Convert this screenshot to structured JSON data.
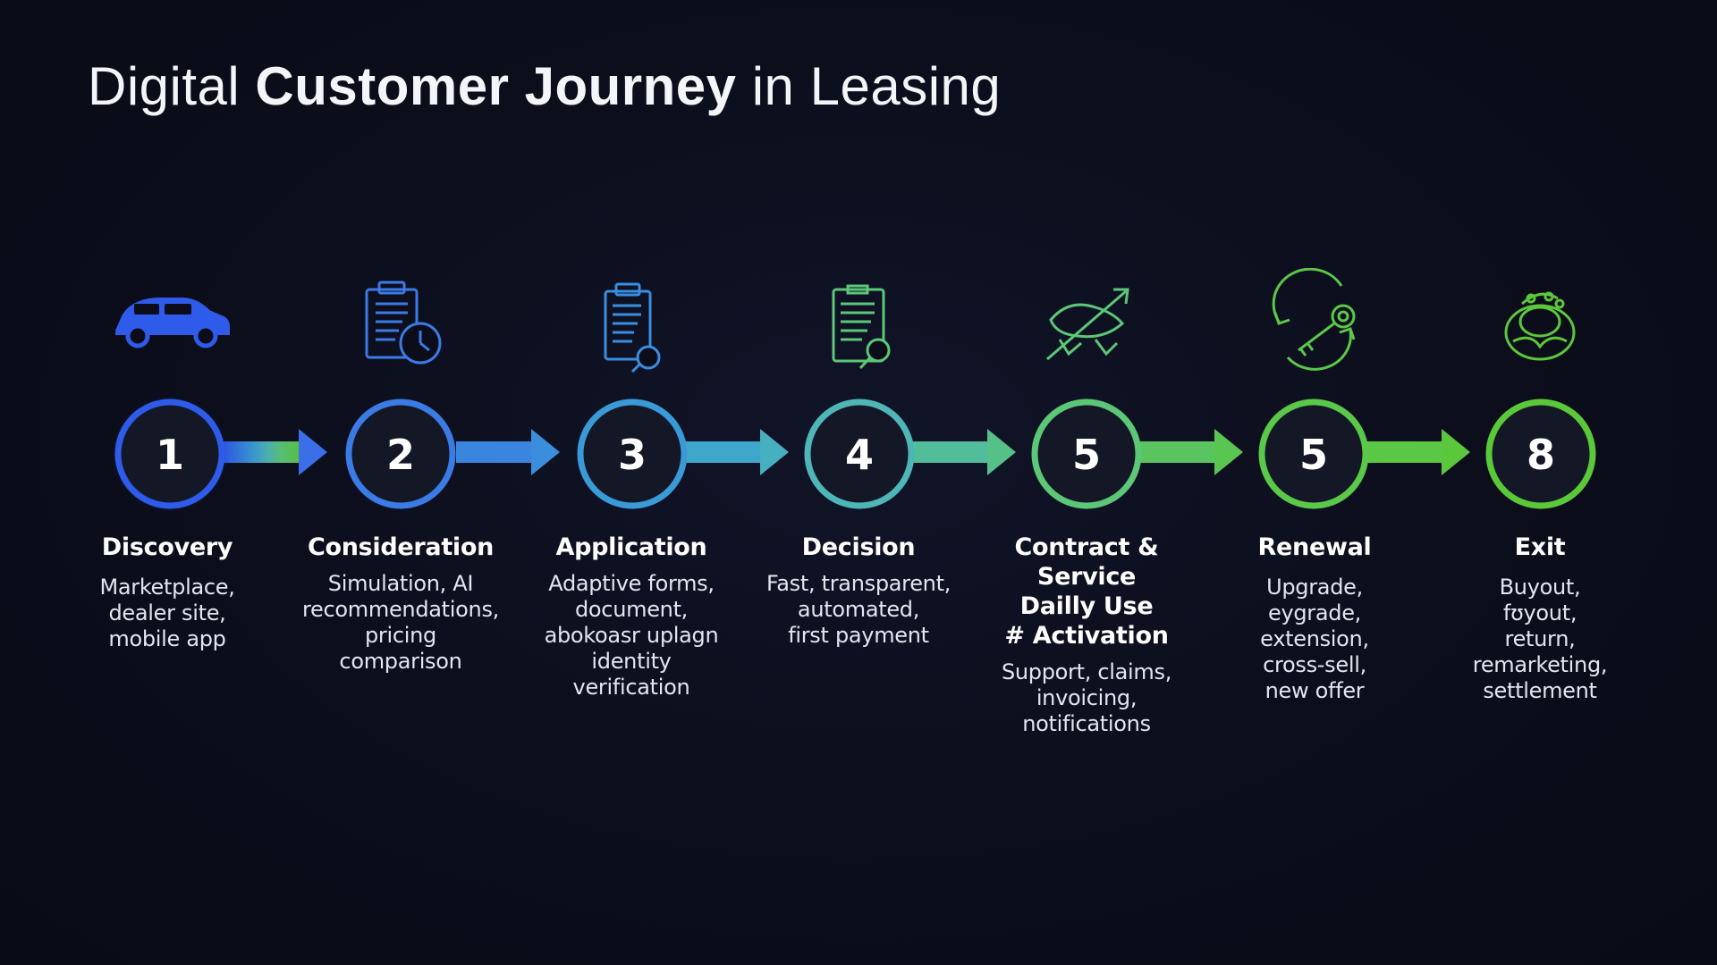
{
  "title": {
    "part1": "Digital",
    "part2": "Customer Journey",
    "part3": "in Leasing"
  },
  "steps": [
    {
      "number": "1",
      "title": "Discovery",
      "desc": [
        "Marketplace,",
        "dealer site,",
        "mobile app"
      ],
      "icon": "car-icon",
      "color": "#2f5bea"
    },
    {
      "number": "2",
      "title": "Consideration",
      "desc": [
        "Simulation, AI",
        "recommendations,",
        "pricing",
        "comparison"
      ],
      "icon": "clipboard-clock-icon",
      "color": "#3a7be6"
    },
    {
      "number": "3",
      "title": "Application",
      "desc": [
        "Adaptive forms,",
        "document,",
        "abokoasr uplagn",
        "identity",
        "verification"
      ],
      "icon": "clipboard-search-icon",
      "color": "#3a9ad8"
    },
    {
      "number": "4",
      "title": "Decision",
      "desc": [
        "Fast, transparent,",
        "automated,",
        "first payment"
      ],
      "icon": "document-magnifier-icon",
      "color": "#4fb6b8"
    },
    {
      "number": "5",
      "title": "Contract & Service",
      "title2": "Dailly Use",
      "title3": "# Activation",
      "desc": [
        "Support, claims,",
        "invoicing,",
        "notifications"
      ],
      "icon": "contract-arrow-icon",
      "color": "#5bc777"
    },
    {
      "number": "5",
      "title": "Renewal",
      "desc": [
        "Upgrade,",
        "eygrade,",
        "extension,",
        "cross-sell,",
        "new offer"
      ],
      "icon": "key-cycle-icon",
      "color": "#5ac848"
    },
    {
      "number": "8",
      "title": "Exit",
      "desc": [
        "Buyout,",
        "fʊyout,",
        "return,",
        "remarketing,",
        "settlement"
      ],
      "icon": "handshake-cycle-icon",
      "color": "#5bc83a"
    }
  ]
}
